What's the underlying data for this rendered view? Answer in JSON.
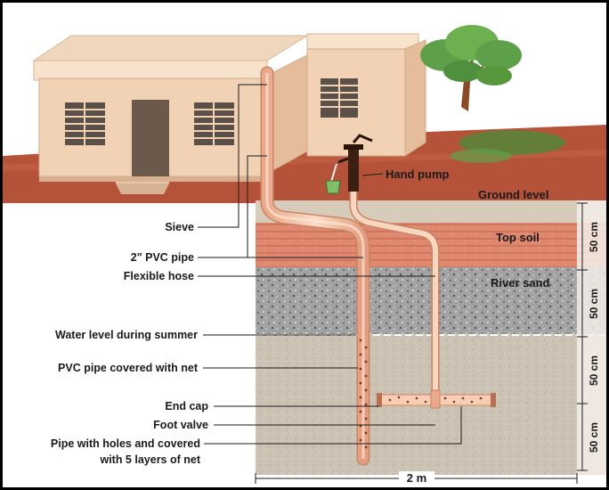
{
  "labels": {
    "hand_pump": "Hand pump",
    "ground_level": "Ground level",
    "top_soil": "Top soil",
    "river_sand": "River sand",
    "sieve": "Sieve",
    "pvc_pipe": "2\" PVC pipe",
    "flexible_hose": "Flexible hose",
    "water_level": "Water level during summer",
    "pvc_net": "PVC pipe covered with net",
    "end_cap": "End cap",
    "foot_valve": "Foot valve",
    "pipe_holes_line1": "Pipe with holes and covered",
    "pipe_holes_line2": "with 5 layers of net"
  },
  "dimensions": {
    "depth_segments": [
      "50 cm",
      "50 cm",
      "50 cm",
      "50 cm"
    ],
    "width": "2 m"
  },
  "colors": {
    "border": "#000000",
    "sky": "#ffffff",
    "ground_surface": "#b5523a",
    "top_soil": "#d9806a",
    "river_sand": "#9c9c9c",
    "deep_soil": "#c9bfb0",
    "house_wall": "#f2d2b4",
    "house_roof": "#f7e3cc",
    "pipe": "#f5c7a8",
    "tree_leaves": "#5ea04a",
    "tree_trunk": "#8a4a26",
    "hand_pump": "#3a1f12"
  },
  "icons": [
    "house-illustration",
    "tree-illustration",
    "hand-pump-illustration",
    "bucket-illustration"
  ]
}
